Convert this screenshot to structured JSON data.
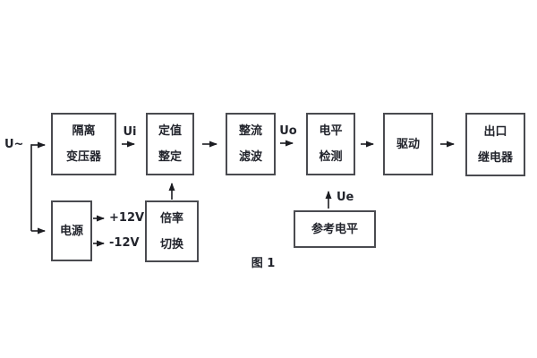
{
  "diagram": {
    "caption": "图 1",
    "source_label": "U~",
    "signal_labels": {
      "ui": "Ui",
      "uo": "Uo",
      "ue": "Ue"
    },
    "power_outputs": {
      "plus": "+12V",
      "minus": "-12V"
    },
    "blocks": {
      "isolation_transformer": {
        "line1": "隔离",
        "line2": "变压器"
      },
      "setting": {
        "line1": "定值",
        "line2": "整定"
      },
      "rectifier_filter": {
        "line1": "整流",
        "line2": "滤波"
      },
      "level_detection": {
        "line1": "电平",
        "line2": "检测"
      },
      "driver": {
        "line1": "驱动"
      },
      "output_relay": {
        "line1": "出口",
        "line2": "继电器"
      },
      "power_supply": {
        "line1": "电源"
      },
      "ratio_switch": {
        "line1": "倍率",
        "line2": "切换"
      },
      "reference_level": {
        "line1": "参考电平"
      }
    },
    "colors": {
      "line": "#1c1d22",
      "box_border": "#4a4b50",
      "text": "#22242c",
      "background": "#ffffff"
    }
  }
}
